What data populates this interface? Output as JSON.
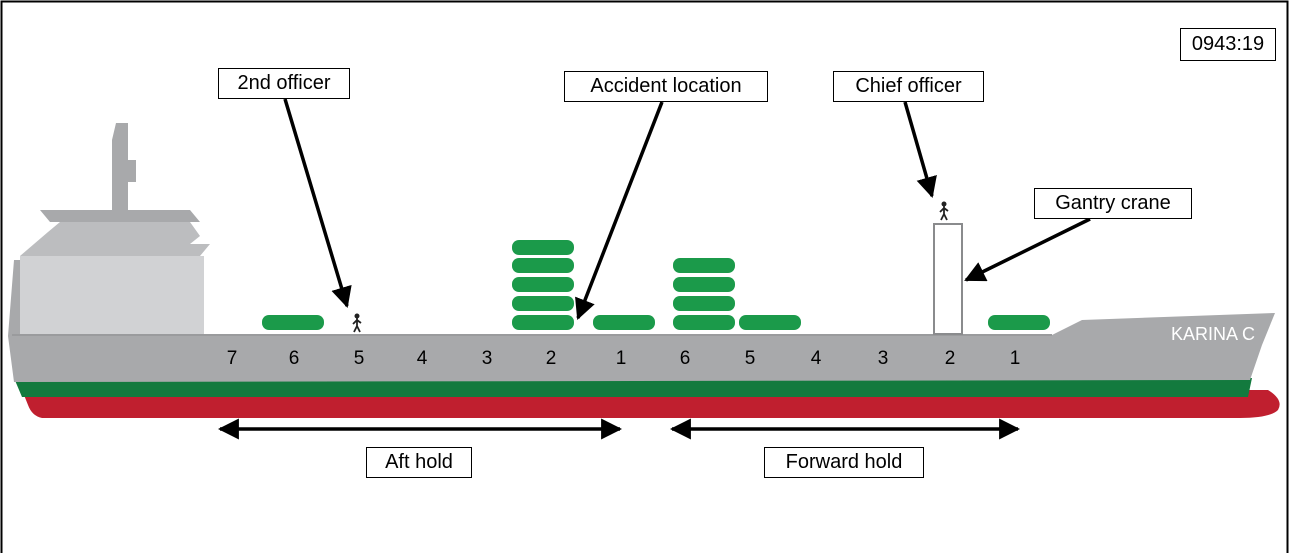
{
  "time_stamp": "0943:19",
  "labels": {
    "second_officer": "2nd officer",
    "accident_location": "Accident location",
    "chief_officer": "Chief officer",
    "gantry_crane": "Gantry crane",
    "aft_hold": "Aft hold",
    "forward_hold": "Forward hold"
  },
  "ship": {
    "name": "KARINA C",
    "aft_hatch_numbers": [
      "7",
      "6",
      "5",
      "4",
      "3",
      "2",
      "1"
    ],
    "forward_hatch_numbers": [
      "6",
      "5",
      "4",
      "3",
      "2",
      "1"
    ]
  },
  "colors": {
    "hull_grey": "#a8a9ab",
    "superstructure_light": "#d1d2d4",
    "green_stripe": "#137a3e",
    "red_hull": "#c01f2f",
    "hatch_cover": "#1b9a4a"
  }
}
